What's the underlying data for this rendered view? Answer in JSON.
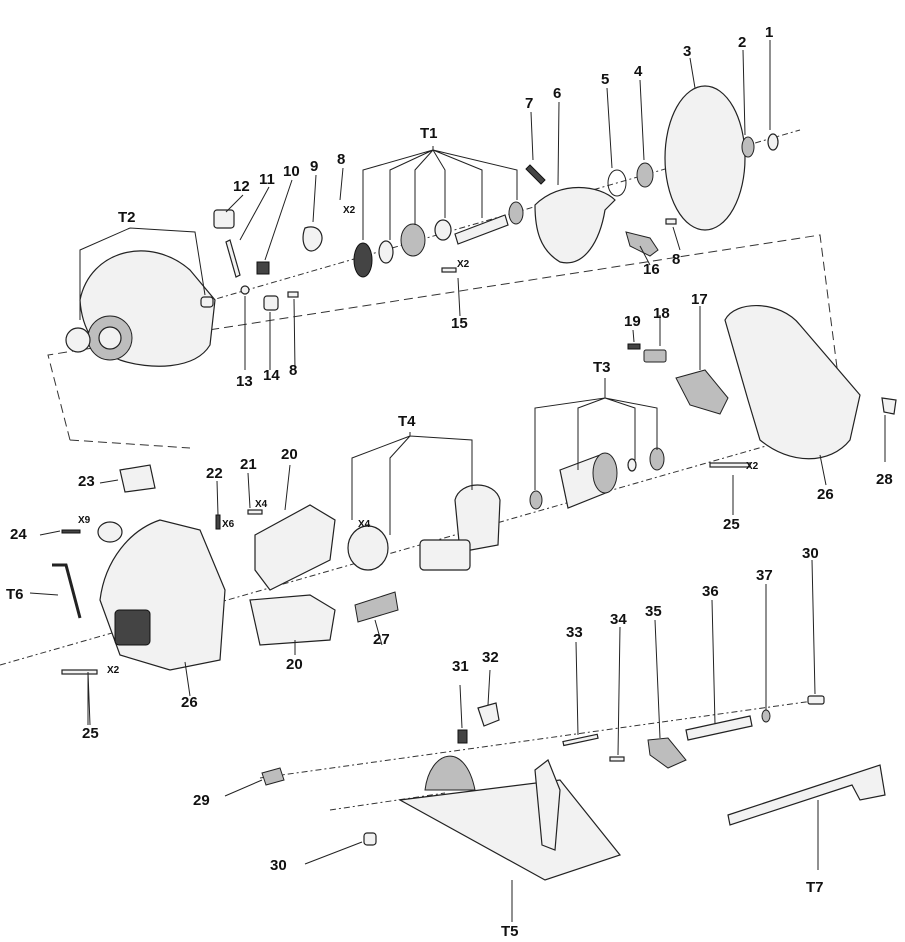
{
  "labels": {
    "p1": "1",
    "p2": "2",
    "p3": "3",
    "p4": "4",
    "p5": "5",
    "p6": "6",
    "p7": "7",
    "p8a": "8",
    "p8b": "8",
    "p8c": "8",
    "p9": "9",
    "p10": "10",
    "p11": "11",
    "p12": "12",
    "p13": "13",
    "p14": "14",
    "p15": "15",
    "p16": "16",
    "p17": "17",
    "p18": "18",
    "p19": "19",
    "p20a": "20",
    "p20b": "20",
    "p21": "21",
    "p22": "22",
    "p23": "23",
    "p24": "24",
    "p25a": "25",
    "p25b": "25",
    "p26a": "26",
    "p26b": "26",
    "p27": "27",
    "p28": "28",
    "p29": "29",
    "p30a": "30",
    "p30b": "30",
    "p31": "31",
    "p32": "32",
    "p33": "33",
    "p34": "34",
    "p35": "35",
    "p36": "36",
    "p37": "37",
    "t1": "T1",
    "t2": "T2",
    "t3": "T3",
    "t4": "T4",
    "t5": "T5",
    "t6": "T6",
    "t7": "T7"
  },
  "quantities": {
    "q8": "X2",
    "q15": "X2",
    "q25a": "X2",
    "q25b": "X2",
    "q24": "X9",
    "q22": "X6",
    "q21": "X4",
    "q4wire": "X4"
  },
  "colors": {
    "ink": "#222222",
    "paper": "#ffffff"
  }
}
